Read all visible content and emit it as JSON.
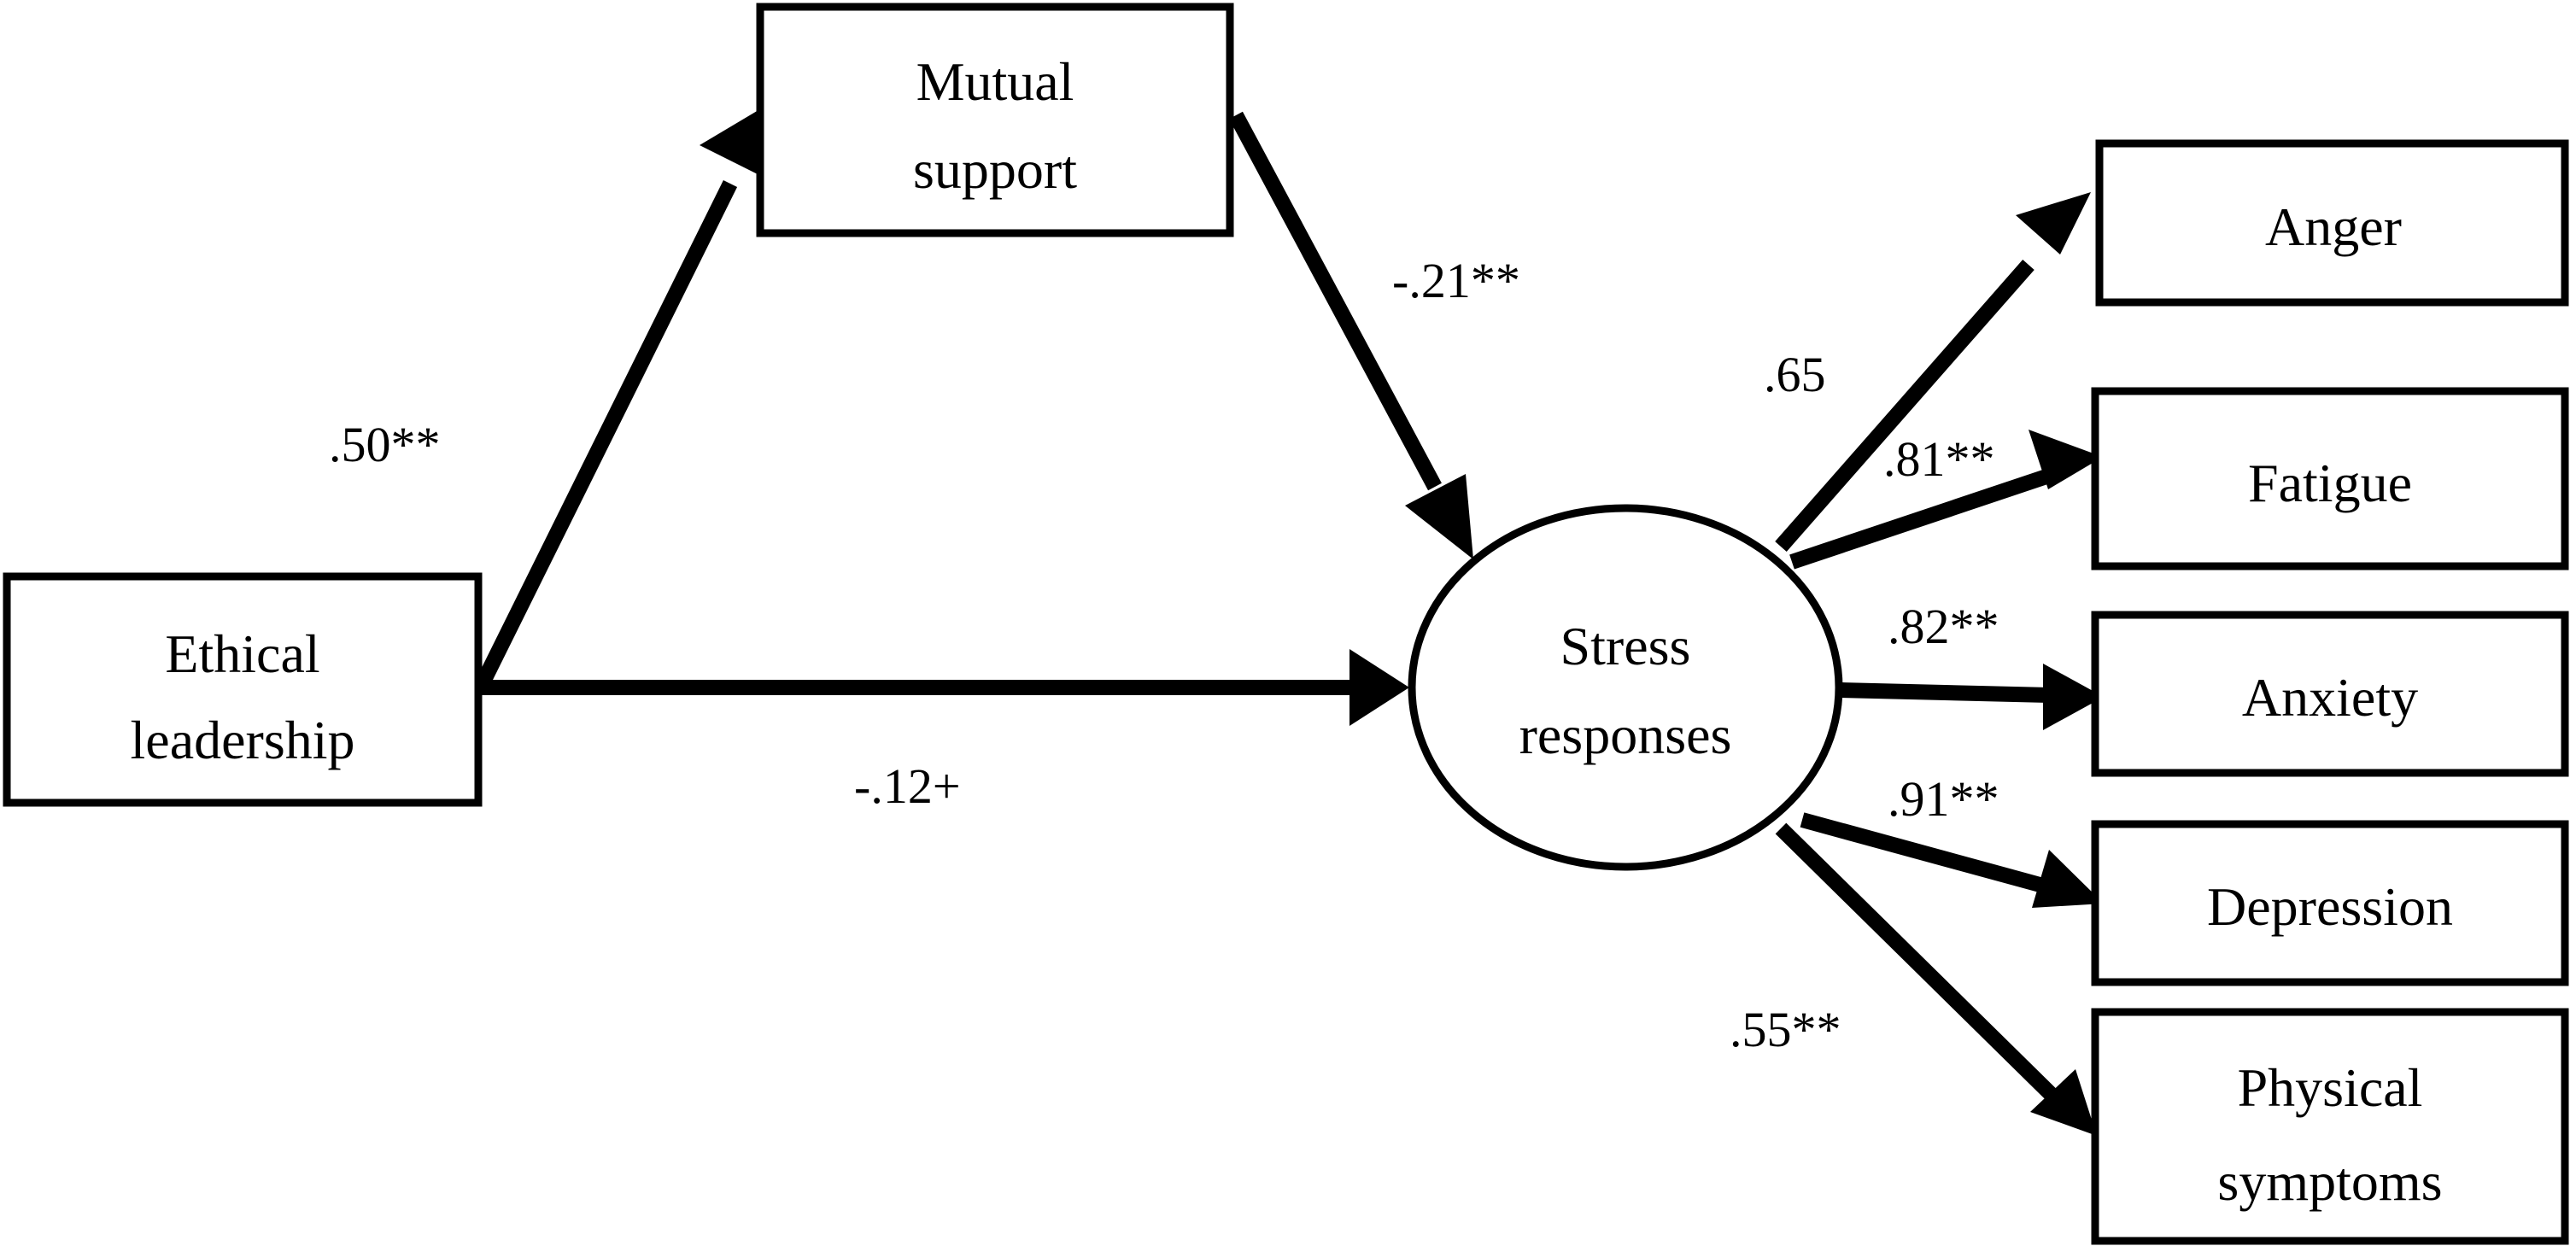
{
  "nodes": {
    "ethical_leadership": [
      "Ethical",
      "leadership"
    ],
    "mutual_support": [
      "Mutual",
      "support"
    ],
    "stress_responses": [
      "Stress",
      "responses"
    ],
    "anger": [
      "Anger"
    ],
    "fatigue": [
      "Fatigue"
    ],
    "anxiety": [
      "Anxiety"
    ],
    "depression": [
      "Depression"
    ],
    "physical_symptoms": [
      "Physical",
      "symptoms"
    ]
  },
  "edges": {
    "ethical_to_mutual": ".50**",
    "mutual_to_stress": "-.21**",
    "ethical_to_stress": "-.12+",
    "stress_to_anger": ".65",
    "stress_to_fatigue": ".81**",
    "stress_to_anxiety": ".82**",
    "stress_to_depression": ".91**",
    "stress_to_physical": ".55**"
  }
}
